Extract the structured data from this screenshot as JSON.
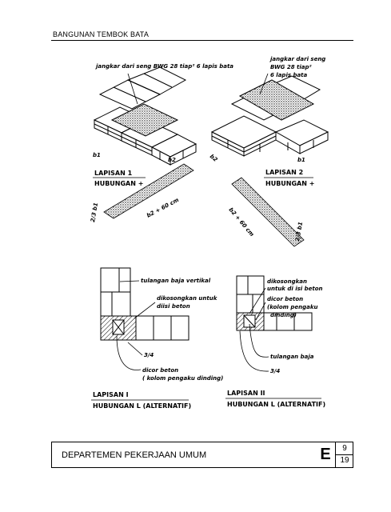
{
  "header": {
    "title": "BANGUNAN TEMBOK BATA"
  },
  "figure_top_left": {
    "anchor_note": "jangkar dari seng BWG 28 tiap² 6 lapis bata",
    "dim_b1": "b1",
    "dim_b2": "b2",
    "layer": "LAPISAN 1",
    "connection": "HUBUNGAN +",
    "strip_length": "b2 + 60 cm",
    "strip_width": "2/3 b1"
  },
  "figure_top_right": {
    "anchor_note_1": "jangkar dari seng",
    "anchor_note_2": "BWG 28 tiap²",
    "anchor_note_3": "6 lapis bata",
    "dim_b1": "b1",
    "dim_b2": "b2",
    "layer": "LAPISAN 2",
    "connection": "HUBUNGAN +",
    "strip_length": "b2 + 60 cm",
    "strip_width": "2/3 b1"
  },
  "figure_bottom_left": {
    "rebar": "tulangan baja vertikal",
    "hollow_1": "dikosongkan untuk",
    "hollow_2": "diisi beton",
    "fraction": "3/4",
    "cast_1": "dicor beton",
    "cast_2": "( kolom pengaku dinding)",
    "layer": "LAPISAN I",
    "connection": "HUBUNGAN L (ALTERNATIF)"
  },
  "figure_bottom_right": {
    "hollow_1": "dikosongkan",
    "hollow_2": "untuk di isi beton",
    "cast_1": "dicor beton",
    "cast_2": "(kolom pengaku",
    "cast_3": "dinding)",
    "rebar": "tulangan baja",
    "fraction": "3/4",
    "layer": "LAPISAN II",
    "connection": "HUBUNGAN L (ALTERNATIF)"
  },
  "footer": {
    "organization": "DEPARTEMEN PEKERJAAN UMUM",
    "section": "E",
    "page": "9",
    "total": "19"
  }
}
